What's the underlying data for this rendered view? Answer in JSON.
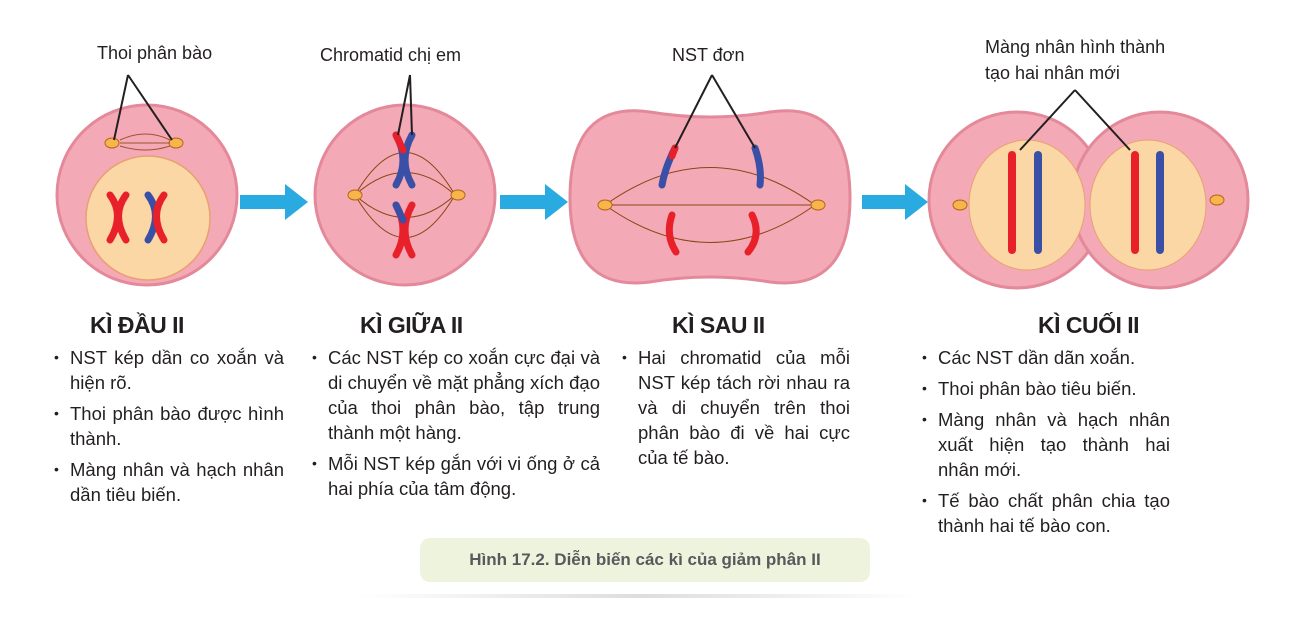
{
  "labels": {
    "spindle": "Thoi phân bào",
    "sister_chromatid": "Chromatid chị em",
    "single_chromosome": "NST đơn",
    "nuclear_membrane_line1": "Màng nhân hình thành",
    "nuclear_membrane_line2": "tạo hai nhân mới"
  },
  "phases": [
    {
      "title": "KÌ ĐẦU II",
      "bullets": [
        "NST kép dần co xoắn và hiện rõ.",
        "Thoi phân bào được hình thành.",
        "Màng nhân và hạch nhân dần tiêu biến."
      ]
    },
    {
      "title": "KÌ GIỮA II",
      "bullets": [
        "Các NST kép co xoắn cực đại và di chuyển về mặt phẳng xích đạo của thoi phân bào, tập trung thành một hàng.",
        "Mỗi NST kép gắn với vi ống ở cả hai phía của tâm động."
      ]
    },
    {
      "title": "KÌ SAU II",
      "bullets": [
        "Hai chromatid của mỗi NST kép tách rời nhau ra và di chuyển trên thoi phân bào đi về hai cực của tế bào."
      ]
    },
    {
      "title": "KÌ CUỐI II",
      "bullets": [
        "Các NST dần dãn xoắn.",
        "Thoi phân bào tiêu biến.",
        "Màng nhân và hạch nhân xuất hiện tạo thành hai nhân mới.",
        "Tế bào chất phân chia tạo thành hai tế bào con."
      ]
    }
  ],
  "caption": "Hình 17.2. Diễn biến các kì của giảm phân II",
  "colors": {
    "cell": "#f4a9b6",
    "cell_border": "#e3899a",
    "nucleus": "#fbd7a6",
    "arrow": "#29abe2",
    "red": "#e8202a",
    "blue": "#3a4fa6"
  }
}
